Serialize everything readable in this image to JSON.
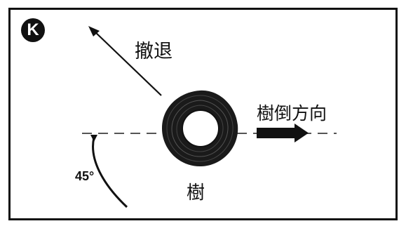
{
  "panel_letter": "K",
  "labels": {
    "retreat": "撤退",
    "fall_direction": "樹倒方向",
    "tree": "樹",
    "angle": "45°"
  },
  "colors": {
    "ink": "#111111",
    "background": "#ffffff"
  },
  "icons": {
    "tree": "tree-trunk-cross-section-icon",
    "retreat": "retreat-arrow-icon",
    "fall": "fall-direction-arrow-icon"
  }
}
